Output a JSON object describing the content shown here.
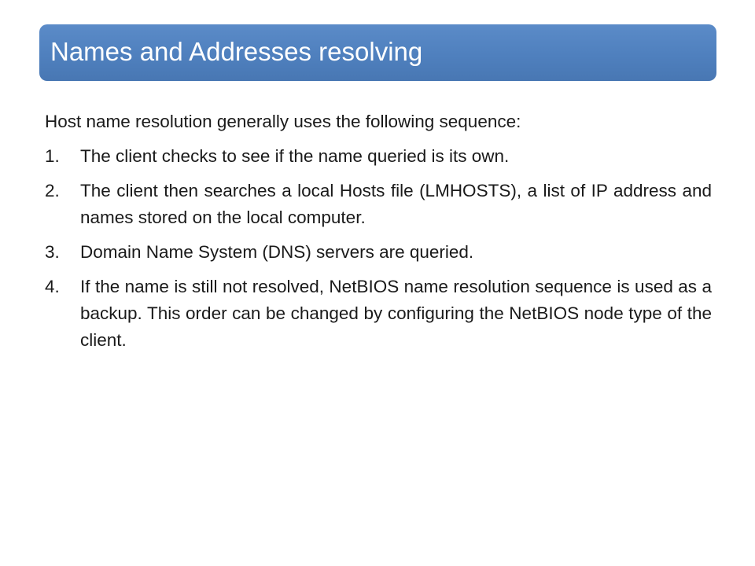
{
  "slide": {
    "title": "Names and Addresses resolving",
    "intro": "Host name resolution generally uses the following sequence:",
    "steps": [
      {
        "number": "1.",
        "text": "The client checks to see if the name queried is its own."
      },
      {
        "number": "2.",
        "text": "The client then searches a local Hosts file (LMHOSTS), a list of IP address and names stored on the local computer."
      },
      {
        "number": "3.",
        "text": "Domain Name System (DNS) servers are queried."
      },
      {
        "number": "4.",
        "text": "If the name is still not resolved, NetBIOS name resolution sequence is used as a backup. This order can be changed by configuring the NetBIOS node type of the client."
      }
    ]
  },
  "colors": {
    "title_bar": "#4f81bd",
    "title_text": "#ffffff",
    "body_text": "#1a1a1a",
    "background": "#ffffff"
  }
}
